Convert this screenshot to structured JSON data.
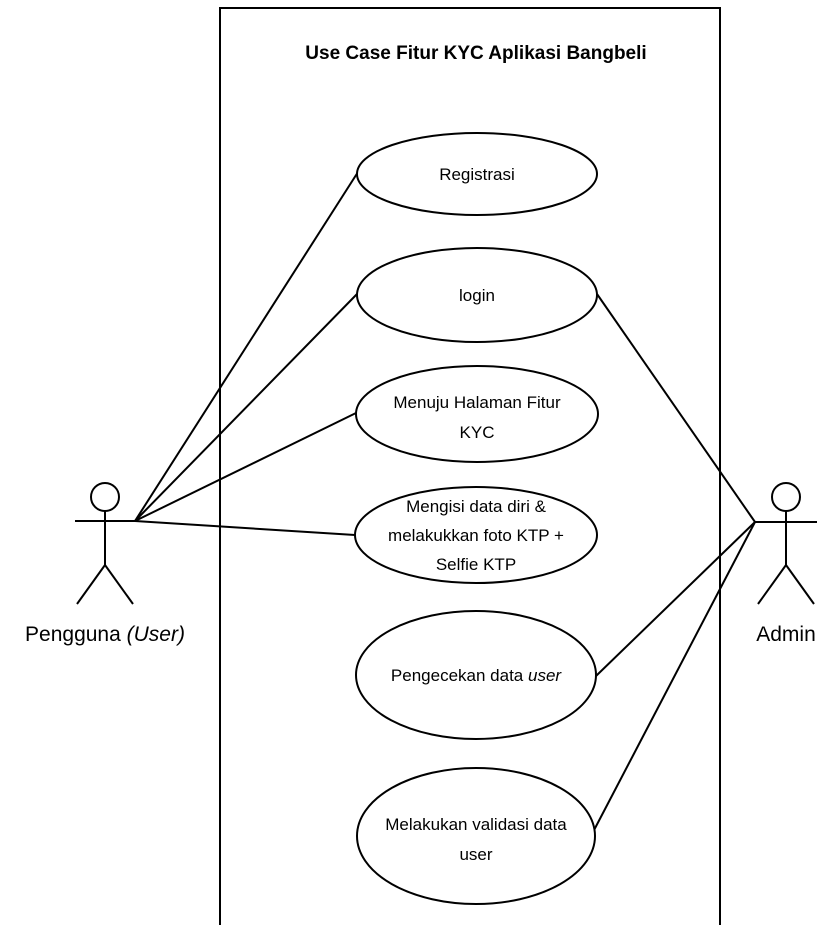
{
  "system": {
    "title": "Use Case Fitur KYC Aplikasi Bangbeli"
  },
  "actors": {
    "user": {
      "label_main": "Pengguna ",
      "label_italic": "(User)"
    },
    "admin": {
      "label": "Admin"
    }
  },
  "use_cases": {
    "registrasi": {
      "line1": "Registrasi"
    },
    "login": {
      "line1": "login"
    },
    "menuju_kyc": {
      "line1": "Menuju Halaman Fitur",
      "line2": "KYC"
    },
    "mengisi_data": {
      "line1": "Mengisi data diri &",
      "line2": "melakukkan foto KTP +",
      "line3": "Selfie KTP"
    },
    "pengecekan": {
      "line1_plain": "Pengecekan data ",
      "line1_italic": "user"
    },
    "validasi": {
      "line1": "Melakukan validasi data",
      "line2": "user"
    }
  },
  "associations": [
    {
      "actor": "Pengguna",
      "use_case": "Registrasi"
    },
    {
      "actor": "Pengguna",
      "use_case": "login"
    },
    {
      "actor": "Pengguna",
      "use_case": "Menuju Halaman Fitur KYC"
    },
    {
      "actor": "Pengguna",
      "use_case": "Mengisi data diri & melakukkan foto KTP + Selfie KTP"
    },
    {
      "actor": "Admin",
      "use_case": "login"
    },
    {
      "actor": "Admin",
      "use_case": "Pengecekan data user"
    },
    {
      "actor": "Admin",
      "use_case": "Melakukan validasi data user"
    }
  ]
}
